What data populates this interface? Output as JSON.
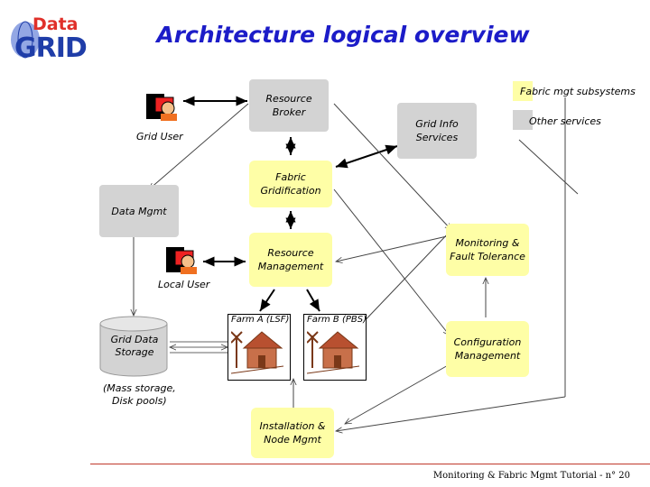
{
  "logo": {
    "word_top": "Data",
    "word_bottom": "GRID",
    "color_top": "#e0302a",
    "color_bottom": "#1f3da8"
  },
  "title": "Architecture logical overview",
  "legend": {
    "fabric": {
      "label": "Fabric mgt subsystems",
      "color": "#fefea6"
    },
    "other": {
      "label": "Other services",
      "color": "#d3d3d3"
    }
  },
  "nodes": {
    "resource_broker": "Resource Broker",
    "grid_info": "Grid Info Services",
    "fabric_gridification": "Fabric Gridification",
    "data_mgmt": "Data Mgmt",
    "resource_management": "Resource Management",
    "monitoring": "Monitoring & Fault Tolerance",
    "configuration": "Configuration Management",
    "installation": "Installation & Node Mgmt",
    "grid_data_storage": "Grid Data Storage"
  },
  "labels": {
    "grid_user": "Grid User",
    "local_user": "Local User",
    "farm_a": "Farm A (LSF)",
    "farm_b": "Farm B (PBS)",
    "storage_note_1": "(Mass storage,",
    "storage_note_2": "Disk pools)"
  },
  "icons": [
    "user-computer-icon",
    "user-computer-icon",
    "farm-icon",
    "farm-icon"
  ],
  "footer": "Monitoring & Fabric Mgmt Tutorial - n° 20"
}
